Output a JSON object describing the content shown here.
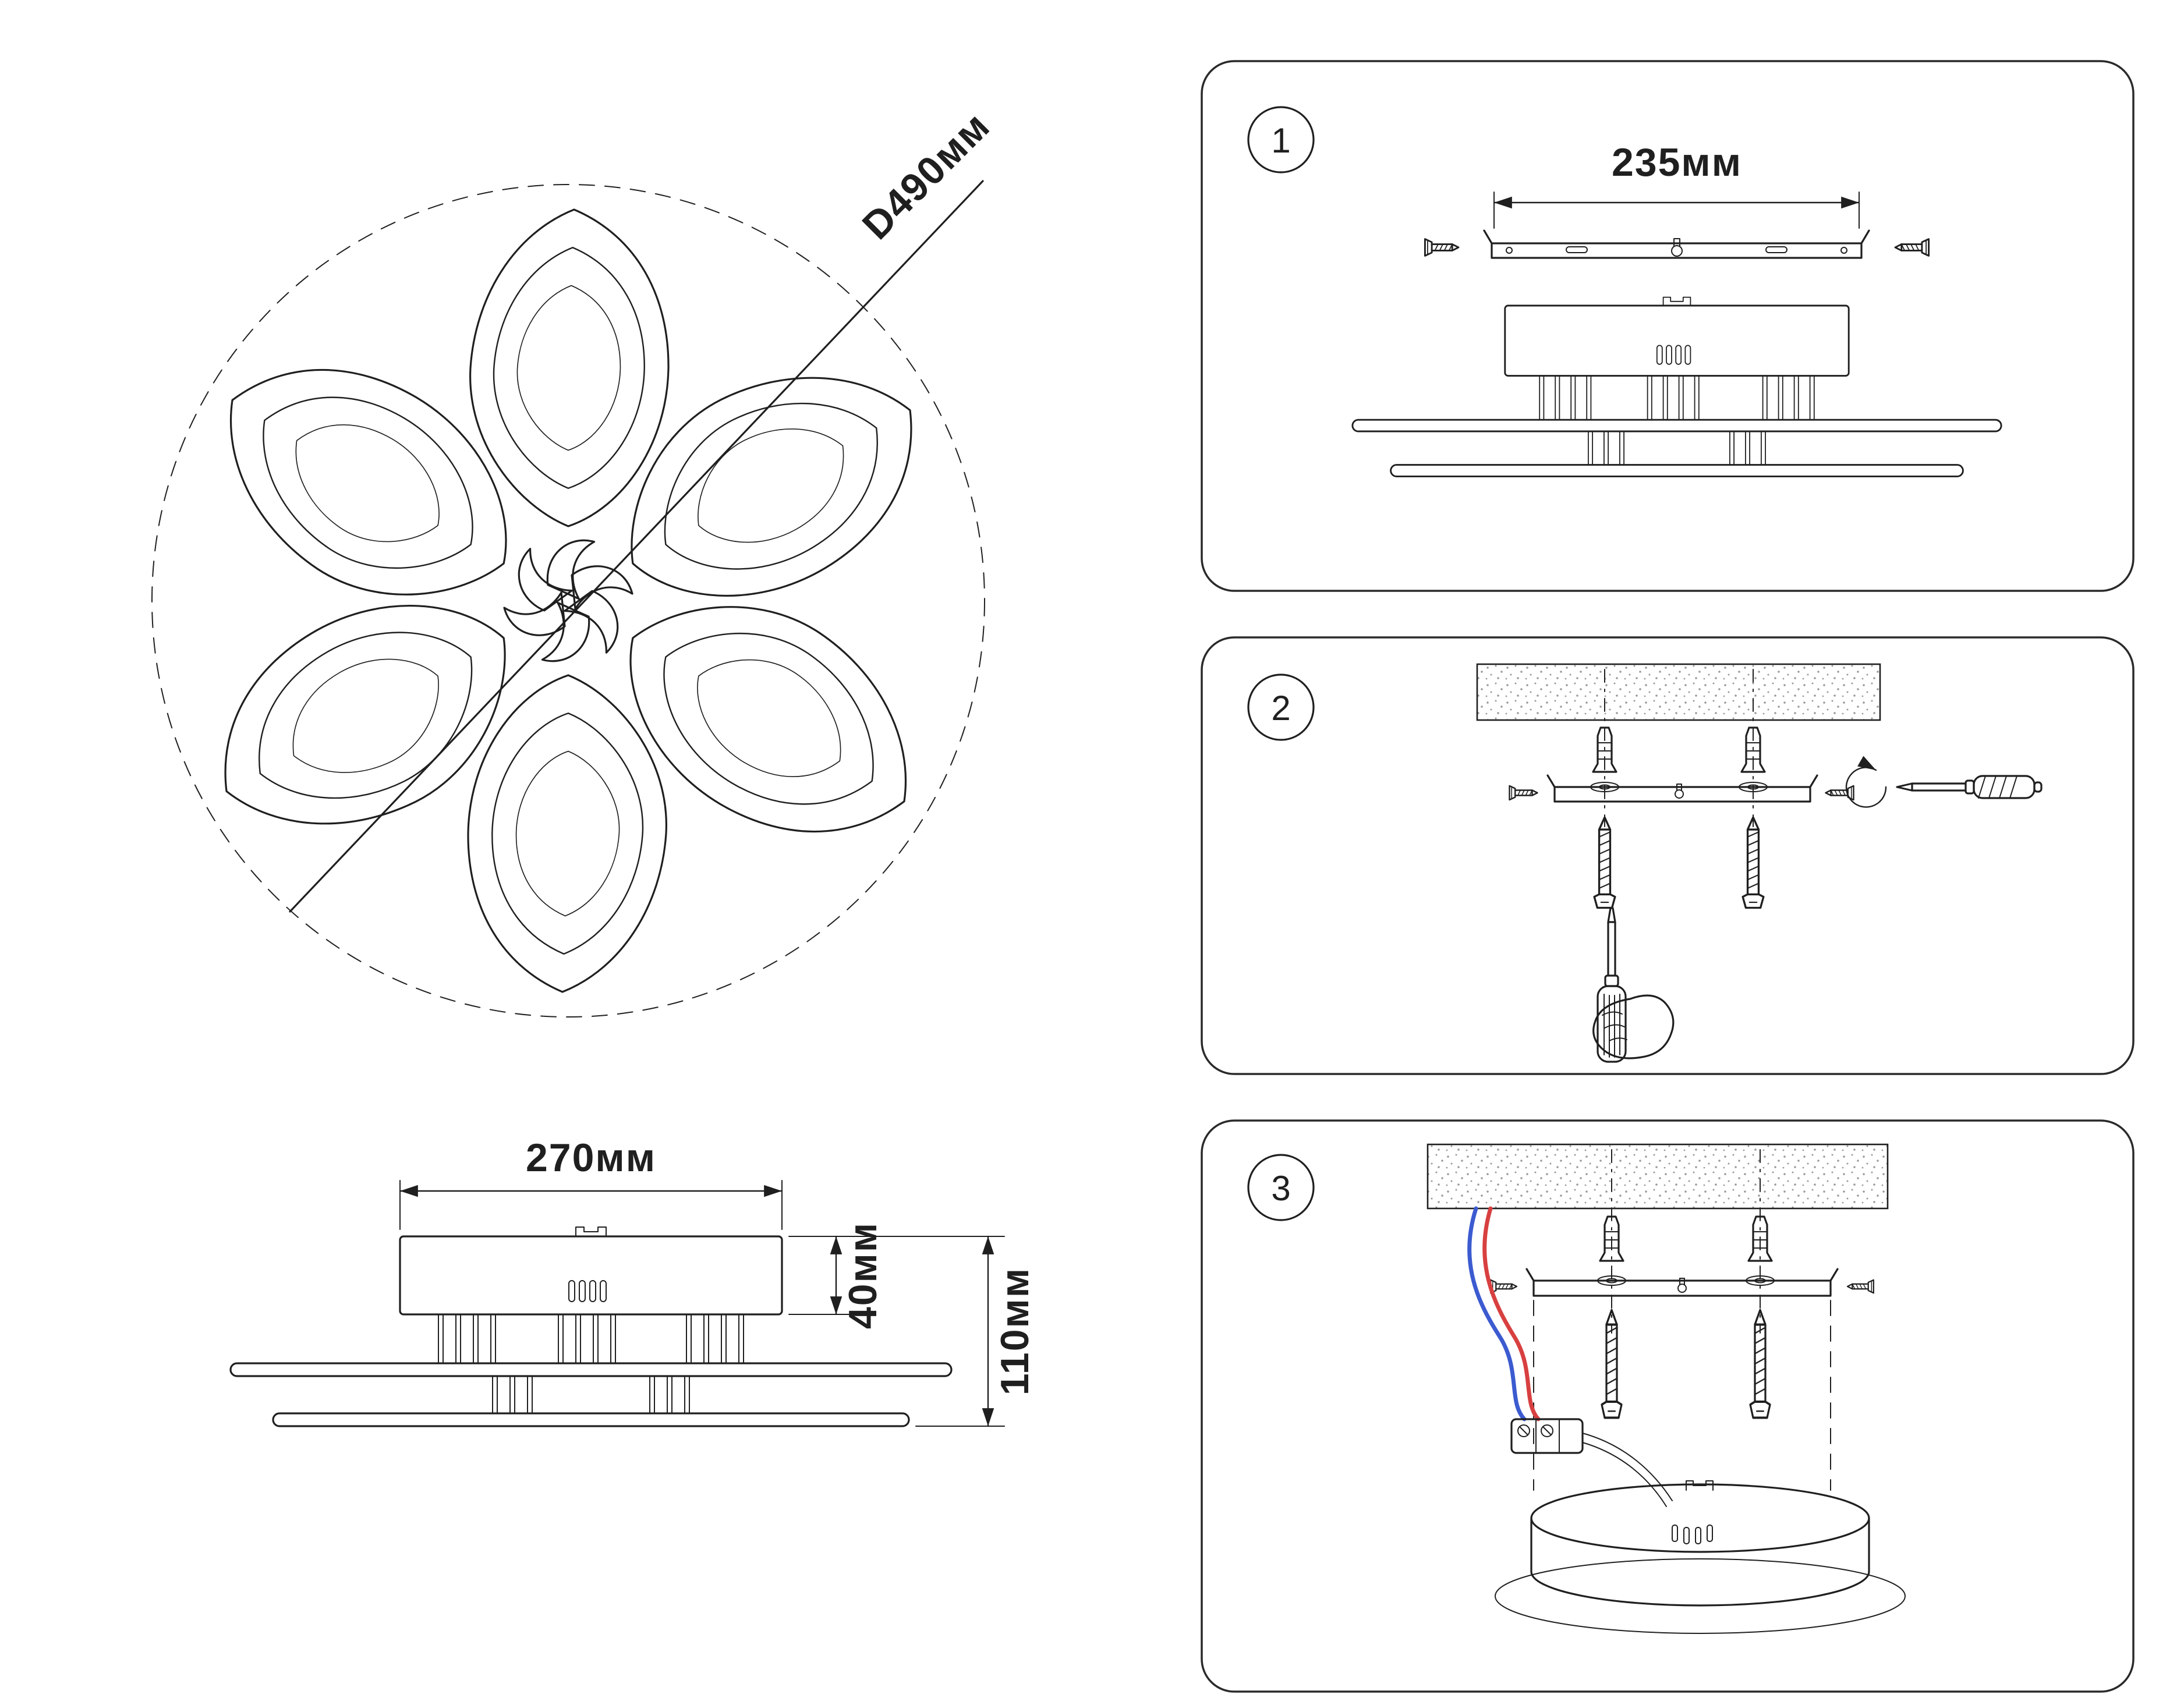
{
  "colors": {
    "line": "#1f1f1f",
    "wire-blue": "#3c5bd0",
    "wire-red": "#d84040"
  },
  "top_view": {
    "diameter_label": "D490мм"
  },
  "side_view": {
    "width_label": "270мм",
    "body_height_label": "40мм",
    "total_height_label": "110мм"
  },
  "steps": [
    {
      "number": "1",
      "bracket_width_label": "235мм"
    },
    {
      "number": "2"
    },
    {
      "number": "3"
    }
  ]
}
